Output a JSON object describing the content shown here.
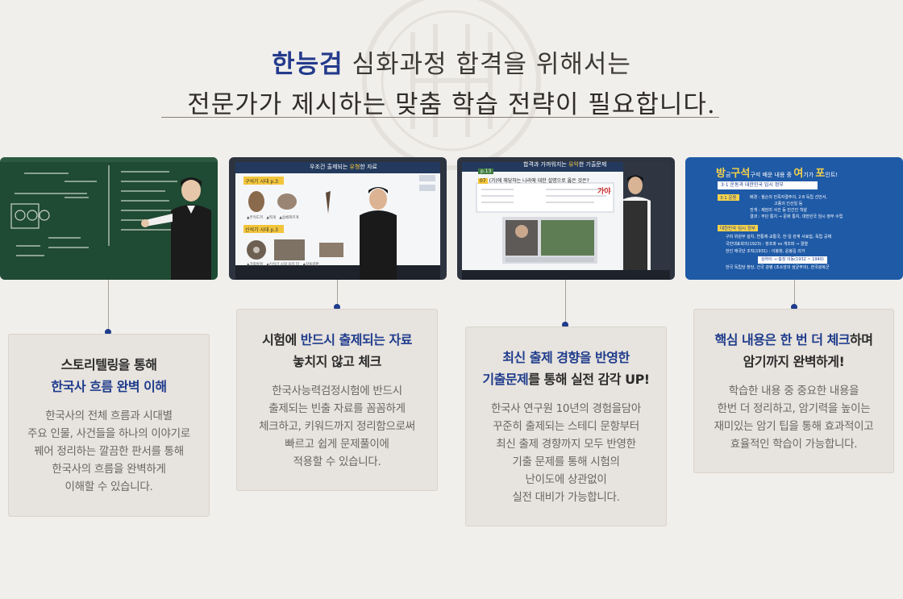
{
  "header": {
    "line1_accent": "한능검",
    "line1_rest": " 심화과정 합격을 위해서는",
    "line2": "전문가가 제시하는 맞춤 학습 전략이 필요합니다."
  },
  "colors": {
    "accent": "#1f3c8c",
    "card_bg": "#e7e3de",
    "page_bg": "#f1efec"
  },
  "thumbnails": [
    {
      "icon": "chalkboard-lecture-thumbnail"
    },
    {
      "slide_title_pre": "우조건 출제되는 ",
      "slide_title_hl": "유형",
      "slide_title_post": "한 자료",
      "tag_top": "구석기 시대  p.3",
      "tag_bottom": "신석기 시대  p.3",
      "labels_top": [
        "▲주먹도끼",
        "▲찍개",
        "▲슴베찌르개"
      ],
      "labels_bottom": [
        "▲가락바퀴",
        "▲신석기 시대 움집 터",
        "▲갈돌갈판"
      ]
    },
    {
      "slide_title_pre": "합격과 가까워지는 ",
      "slide_title_hl": "유익",
      "slide_title_post": "한 기출문제",
      "page_tag": "p.13",
      "question_no": "07",
      "question": "(가)에 해당하는 나라에 대한 설명으로 옳은 것은?",
      "note": "가야"
    },
    {
      "title_big1": "방",
      "title_small1": "금",
      "title_big2": "구석",
      "title_small2": "구석 배운 내용 중 ",
      "title_big3": "여",
      "title_small3": "기가 ",
      "title_big4": "포",
      "title_small4": "인트!",
      "row1": "3·1 운동과 대한민국 임시 정부",
      "tag1": "3·1 운동",
      "bullet1": "배경 : 윌슨의 민족자결주의, 2·8 독립 선언서,",
      "bullet1b": "고종의 인산일 등",
      "bullet2": "전개 : 제암리 사건 등 민간인 학살",
      "bullet3": "결과 : 무단 통치 → 문화 통치, 대한민국 임시 정부 수립",
      "tag2": "대한민국 임시 정부",
      "bullet4": "구미 위원부 설치, 연통제·교통국, 한·일 관계 사료집, 독립 공채",
      "bullet5": "국민대표회의(1923) : 창조파 vs 개조파 → 결렬",
      "bullet6": "한인 애국단 조직(1931) : 이봉창, 윤봉길 의거",
      "timeline": "상하이 → 충칭 이동(1932 ~ 1940)",
      "bullet7": "한국 독립당 창당, 건국 강령 (조소앙의 삼균주의), 한국광복군"
    }
  ],
  "cards": [
    {
      "title1": "스토리텔링을 통해",
      "title2_hl": "한국사 흐름 완벽 이해",
      "body": [
        "한국사의 전체 흐름과 시대별",
        "주요 인물, 사건들을  하나의 이야기로",
        "꿰어 정리하는 깔끔한 판서를 통해",
        "한국사의 흐름을 완벽하게",
        "이해할 수 있습니다."
      ]
    },
    {
      "title1_pre": "시험에 ",
      "title1_hl": "반드시 출제되는 자료",
      "title2": "놓치지 않고 체크",
      "body": [
        "한국사능력검정시험에 반드시",
        "출제되는 빈출 자료를 꼼꼼하게",
        "체크하고, 키워드까지 정리함으로써",
        "빠르고 쉽게 문제풀이에",
        "적용할 수 있습니다."
      ]
    },
    {
      "title1_hl": "최신 출제 경향을 반영한",
      "title2_hl": "기출문제",
      "title2_post": "를 통해 실전 감각 UP!",
      "body": [
        "한국사 연구원 10년의 경험을담아",
        "꾸준히 출제되는 스테디 문항부터",
        "최신 출제 경향까지 모두 반영한",
        "기출 문제를 통해 시험의",
        "난이도에 상관없이",
        "실전 대비가 가능합니다."
      ]
    },
    {
      "title1_hl": "핵심 내용은 한 번 더 체크",
      "title1_post": "하며",
      "title2": "암기까지 완벽하게!",
      "body": [
        "학습한 내용 중 중요한 내용을",
        "한번 더 정리하고, 암기력을 높이는",
        "재미있는 암기 팁을 통해 효과적이고",
        "효율적인 학습이 가능합니다."
      ]
    }
  ]
}
